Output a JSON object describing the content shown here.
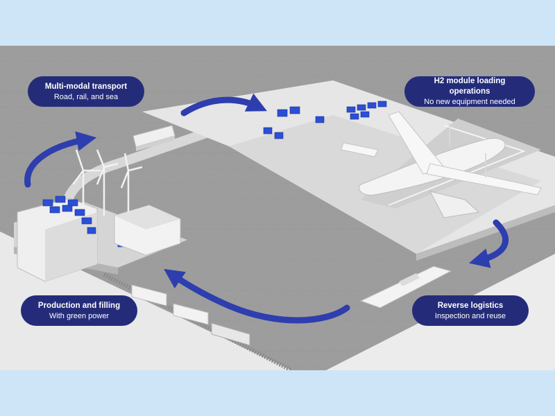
{
  "labels": {
    "transport": {
      "title": "Multi-modal transport",
      "subtitle": "Road, rail, and sea"
    },
    "loading": {
      "title": "H2 module loading operations",
      "subtitle": "No new equipment needed"
    },
    "production": {
      "title": "Production and filling",
      "subtitle": "With green power"
    },
    "reverse": {
      "title": "Reverse logistics",
      "subtitle": "Inspection and reuse"
    }
  },
  "colors": {
    "label_bg": "#242c7a",
    "arrow": "#2e3eae",
    "module": "#2b4fd6",
    "frame": "#cde5f7",
    "ground": "#9d9d9d",
    "platform": "#e3e3e3"
  }
}
